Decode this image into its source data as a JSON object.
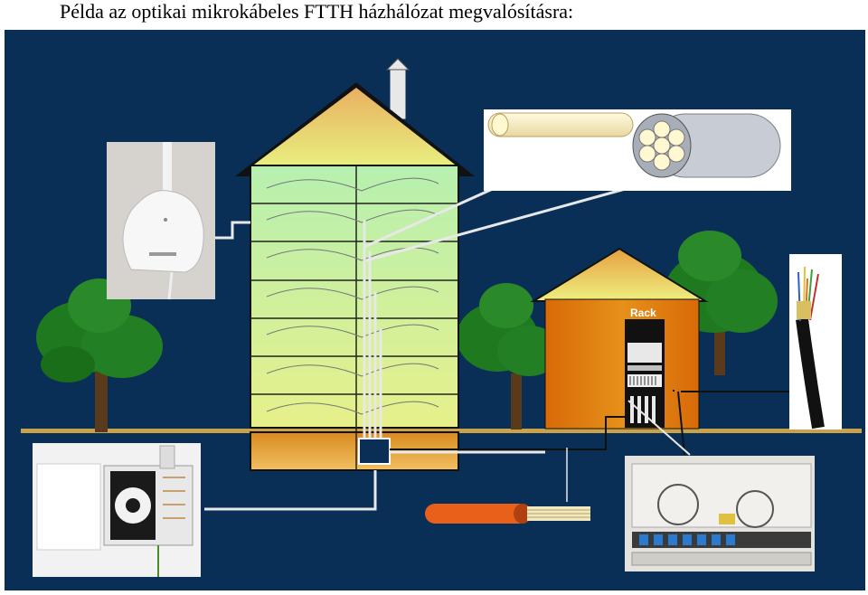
{
  "header": {
    "title": "Példa az optikai mikrokábeles FTTH házhálózat megvalósításra:"
  },
  "labels": {
    "rack": "Rack"
  },
  "colors": {
    "background": "#0a2f56",
    "house_wall": "#cfe98a",
    "house_roof": "#e9d98a",
    "building_orange": "#e07a10",
    "ground": "#c9a24a",
    "tree": "#1f7a1f",
    "trunk": "#5a3a1a",
    "cable": "#e8e8e8"
  },
  "icons": [
    "wall-outlet-photo",
    "microduct-bundle-photo",
    "fiber-cable-photo",
    "distribution-box-photo",
    "blown-fiber-cable-photo",
    "rack-panel-photo",
    "tree-icon",
    "chimney-icon"
  ]
}
